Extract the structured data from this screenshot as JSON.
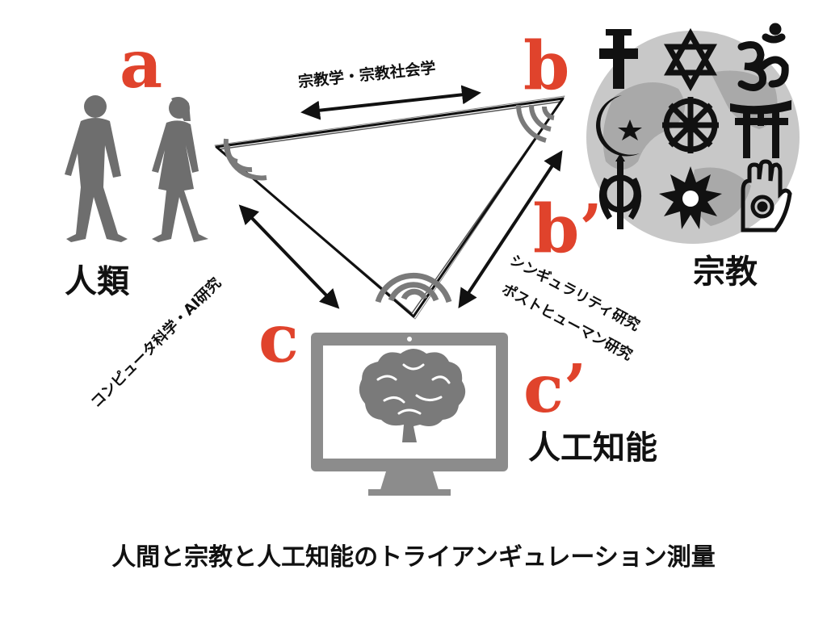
{
  "letters": {
    "a": "a",
    "b": "b",
    "b_prime": "b’",
    "c": "c",
    "c_prime": "c’"
  },
  "labels": {
    "humans": "人類",
    "religion": "宗教",
    "ai": "人工知能"
  },
  "edges": {
    "ab": "宗教学・宗教社会学",
    "ac": "コンピュータ科学・AI研究",
    "bc_line1": "シンギュラリティ研究",
    "bc_line2": "ポストヒューマン研究"
  },
  "caption": "人間と宗教と人工知能のトライアンギュレーション測量",
  "colors": {
    "accent_red": "#e0432c",
    "gray": "#7a7a7a",
    "globe_gray": "#c4c4c4",
    "text": "#111111"
  },
  "icons": {
    "people": "people-walking-icon",
    "monitor": "computer-monitor-icon",
    "brain": "brain-icon",
    "globe": "globe-icon",
    "religious_symbols": [
      "cross-icon",
      "star-of-david-icon",
      "om-icon",
      "crescent-star-icon",
      "dharma-wheel-icon",
      "torii-icon",
      "khanda-icon",
      "nine-pointed-star-icon",
      "jain-hand-icon"
    ]
  }
}
